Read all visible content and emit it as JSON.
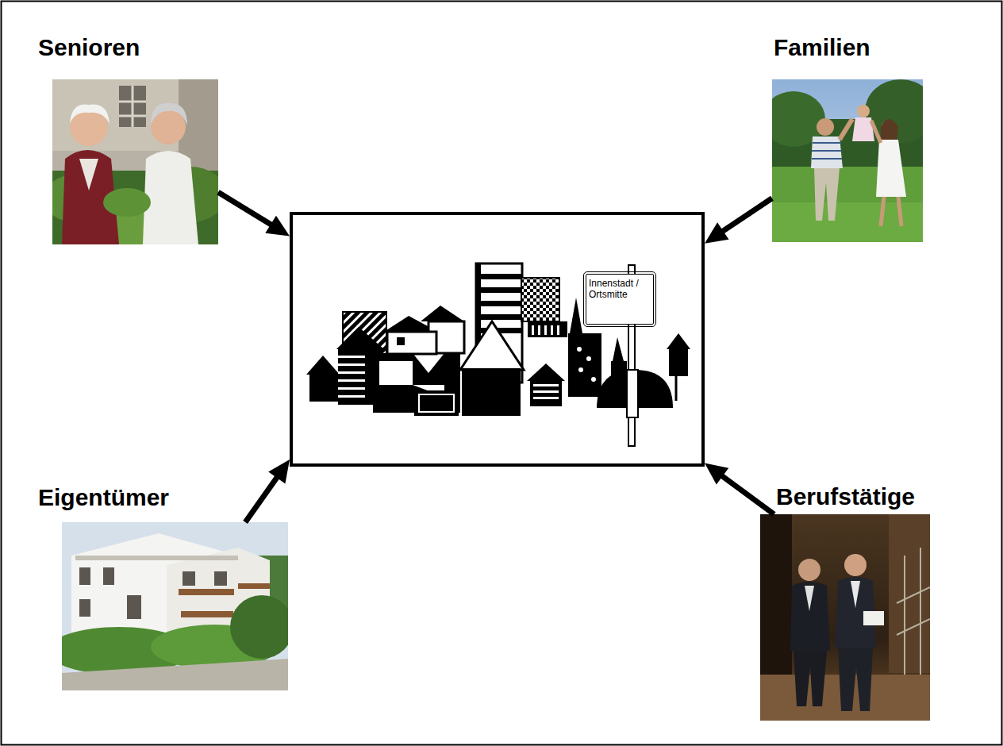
{
  "diagram": {
    "nodes": [
      {
        "text": [
          "Senioren"
        ]
      },
      {
        "text": [
          "Familien"
        ]
      },
      {
        "text": [
          "Innenstadt / Ortsmitte"
        ]
      },
      {
        "text": [
          "Eigentümer"
        ]
      },
      {
        "text": [
          "Berufstätige"
        ]
      }
    ],
    "edges": [
      {
        "from": 0,
        "to": 2,
        "arrow": "to"
      },
      {
        "from": 1,
        "to": 2,
        "arrow": "to"
      },
      {
        "from": 3,
        "to": 2,
        "arrow": "to"
      },
      {
        "from": 4,
        "to": 2,
        "arrow": "to"
      }
    ]
  }
}
